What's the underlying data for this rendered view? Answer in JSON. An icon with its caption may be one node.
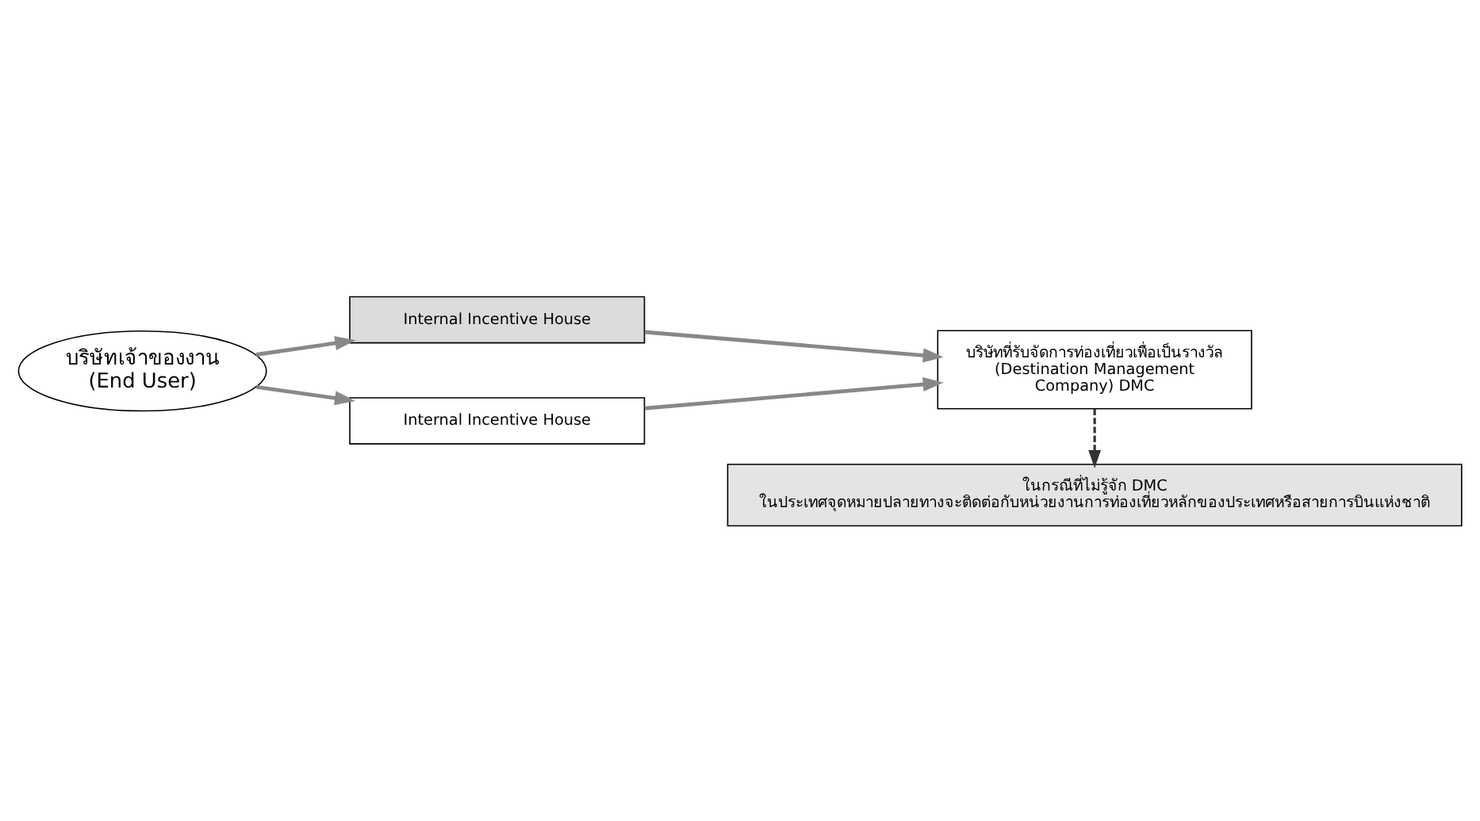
{
  "diagram": {
    "nodes": [
      {
        "text": [
          "บริษัทเจ้าของงาน",
          "(End User)"
        ]
      },
      {
        "text": [
          "Internal Incentive House"
        ]
      },
      {
        "text": [
          "Internal Incentive House"
        ]
      },
      {
        "text": [
          "บริษัทที่รับจัดการท่องเที่ยวเพื่อเป็นรางวัล (Destination Management Company) DMC"
        ]
      },
      {
        "text": [
          "ในกรณีที่ไม่รู้จัก DMC ในประเทศจุดหมายปลายทางจะติดต่อกับหน่วยงานการท่องเที่ยวหลักของประเทศหรือสายการบินแห่งชาติ"
        ]
      }
    ],
    "edges": [
      {
        "from": 0,
        "to": 1,
        "arrow": "to"
      },
      {
        "from": 0,
        "to": 2,
        "arrow": "to"
      },
      {
        "from": 1,
        "to": 3,
        "arrow": "to"
      },
      {
        "from": 2,
        "to": 3,
        "arrow": "to"
      },
      {
        "from": 3,
        "to": 4,
        "arrow": "to",
        "style": "dashed",
        "color": "#333333"
      }
    ]
  }
}
